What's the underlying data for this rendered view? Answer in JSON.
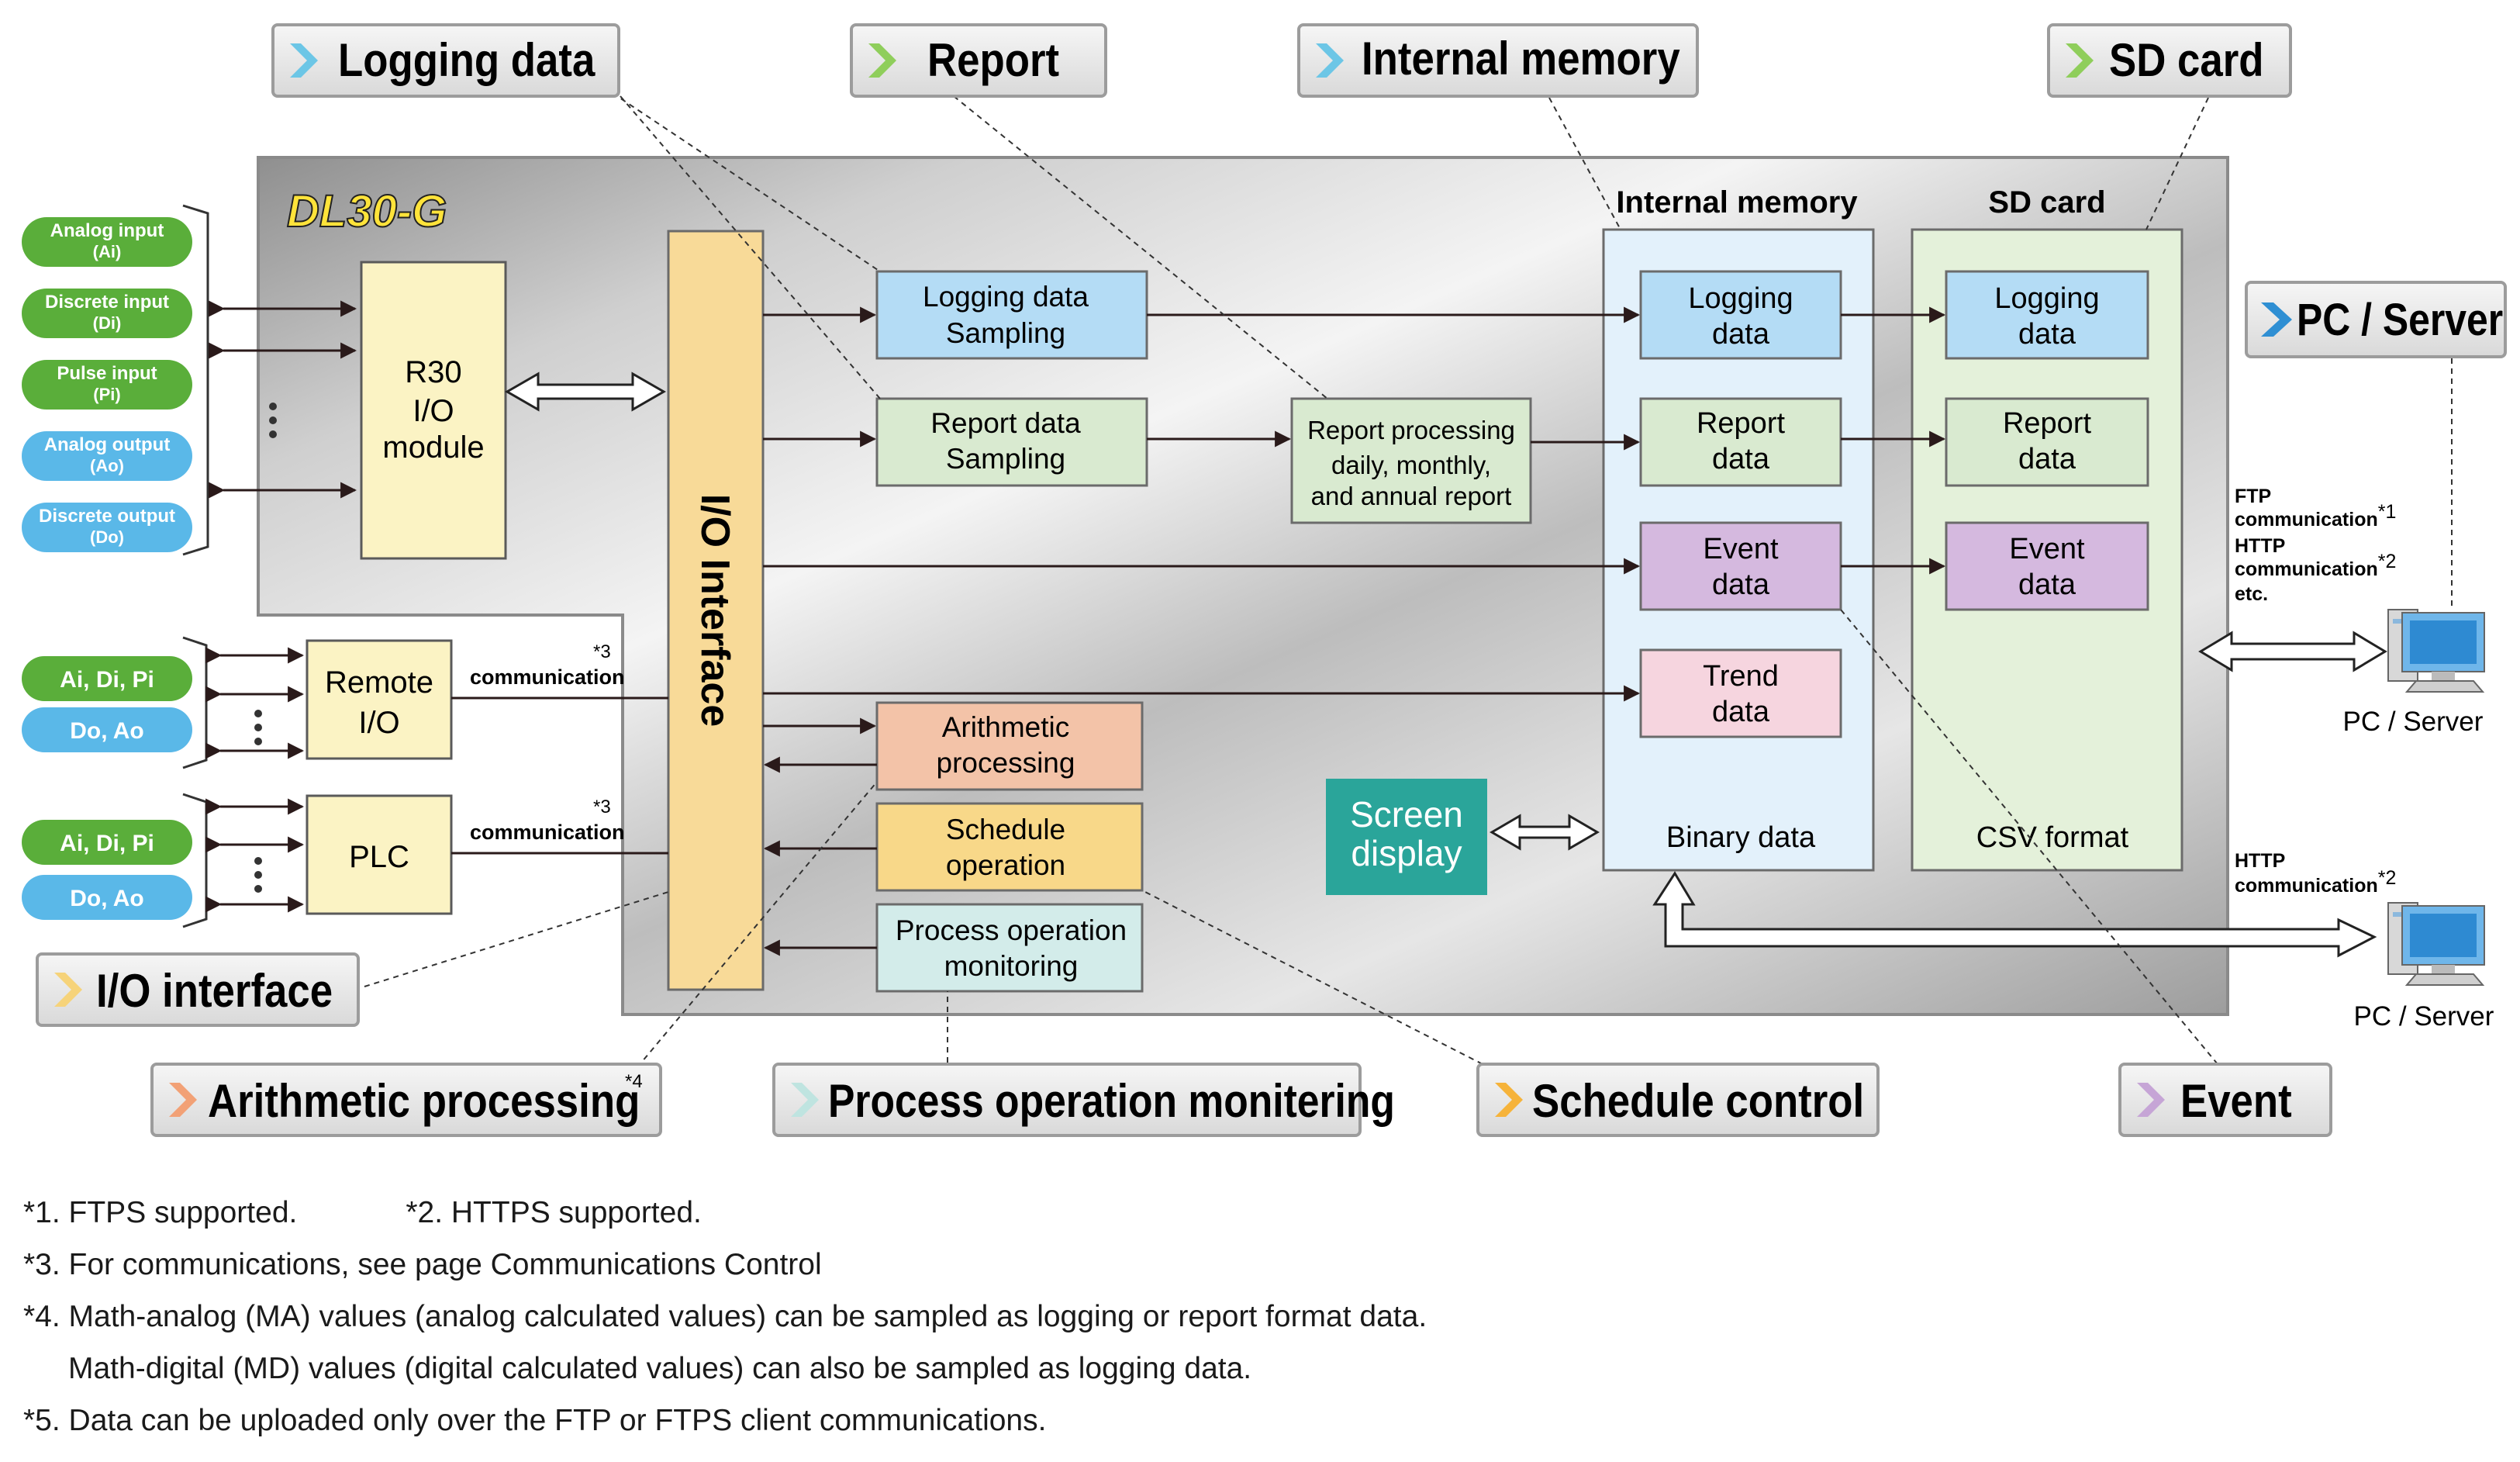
{
  "device": {
    "name": "DL30-G"
  },
  "callouts": {
    "logging_data": "Logging data",
    "report": "Report",
    "internal_memory": "Internal memory",
    "sd_card": "SD card",
    "pc_server": "PC / Server",
    "io_interface": "I/O interface",
    "arithmetic_processing": "Arithmetic processing",
    "arithmetic_note": "*4",
    "process_monitoring": "Process operation monitering",
    "schedule_control": "Schedule control",
    "event": "Event"
  },
  "inputs": {
    "analog_input": [
      "Analog input",
      "(Ai)"
    ],
    "discrete_input": [
      "Discrete input",
      "(Di)"
    ],
    "pulse_input": [
      "Pulse input",
      "(Pi)"
    ],
    "analog_output": [
      "Analog output",
      "(Ao)"
    ],
    "discrete_output": [
      "Discrete output",
      "(Do)"
    ],
    "remote_in": "Ai, Di, Pi",
    "remote_out": "Do, Ao",
    "plc_in": "Ai, Di, Pi",
    "plc_out": "Do, Ao"
  },
  "modules": {
    "r30": [
      "R30",
      "I/O",
      "module"
    ],
    "remote_io": [
      "Remote",
      "I/O"
    ],
    "plc": "PLC",
    "comm_label": "communication",
    "comm_note": "*3",
    "io_interface": "I/O Interface",
    "screen_display": [
      "Screen",
      "display"
    ]
  },
  "process": {
    "logging_sampling": [
      "Logging data",
      "Sampling"
    ],
    "report_sampling": [
      "Report data",
      "Sampling"
    ],
    "report_processing": [
      "Report processing",
      "daily, monthly,",
      "and annual report"
    ],
    "arithmetic": [
      "Arithmetic",
      "processing"
    ],
    "schedule": [
      "Schedule",
      "operation"
    ],
    "monitoring": [
      "Process operation",
      "monitoring"
    ]
  },
  "memory": {
    "internal_title": "Internal memory",
    "sd_title": "SD card",
    "internal_logging": [
      "Logging",
      "data"
    ],
    "internal_report": [
      "Report",
      "data"
    ],
    "internal_event": [
      "Event",
      "data"
    ],
    "internal_trend": [
      "Trend",
      "data"
    ],
    "binary_label": "Binary data",
    "sd_logging": [
      "Logging",
      "data"
    ],
    "sd_report": [
      "Report",
      "data"
    ],
    "sd_event": [
      "Event",
      "data"
    ],
    "csv_label": "CSV format"
  },
  "network": {
    "ftp_label": [
      "FTP",
      "communication",
      "*1",
      "HTTP",
      "communication",
      "*2",
      "etc."
    ],
    "http_label": [
      "HTTP",
      "communication",
      "*2"
    ],
    "pc1": "PC / Server",
    "pc2": "PC / Server"
  },
  "footnotes": {
    "note1": "*1. FTPS supported.",
    "note2": "*2. HTTPS supported.",
    "note3": "*3. For communications, see page Communications Control",
    "note4a": "*4. Math-analog (MA) values (analog calculated values) can be sampled as logging or report format data.",
    "note4b": "Math-digital (MD) values (digital calculated values) can also be sampled as logging data.",
    "note5": "*5. Data can be uploaded only over the FTP or FTPS client communications."
  },
  "colors": {
    "green_pill": "#5aae3a",
    "blue_pill": "#5ab8e8",
    "blue_box": "#b4dcf5",
    "green_box": "#d9ead0",
    "purple_box": "#d5b9df",
    "pink_box": "#f6d5df",
    "orange_box": "#f3c3a8",
    "yellow_box": "#f8d889",
    "teal_box": "#d3ecea",
    "screen_display": "#2aa59a",
    "io_interface": "#f8da98",
    "r30_box": "#fbf3c4",
    "memory_panel": "#e3f1fb",
    "sd_panel": "#e4f1da",
    "device_title": "#ffe33a"
  }
}
